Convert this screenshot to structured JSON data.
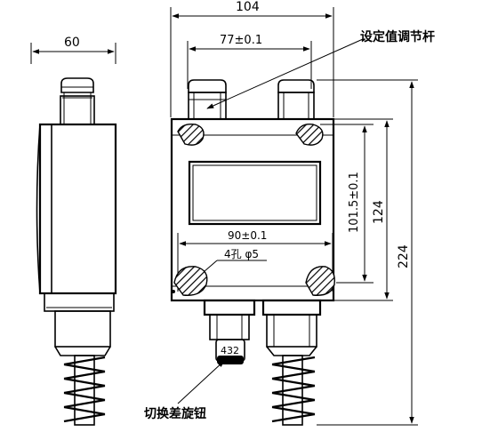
{
  "dimensions": {
    "side_width": "60",
    "front_width": "104",
    "adjust_spacing": "77±0.1",
    "mount_spacing": "90±0.1",
    "mount_holes": "4孔 φ5",
    "inner_height": "101.5±0.1",
    "body_height": "124",
    "total_height": "224"
  },
  "callouts": {
    "setpoint_screw": "设定值调节杆",
    "switch_knob": "切换差旋钮",
    "knob_marking": "432"
  }
}
